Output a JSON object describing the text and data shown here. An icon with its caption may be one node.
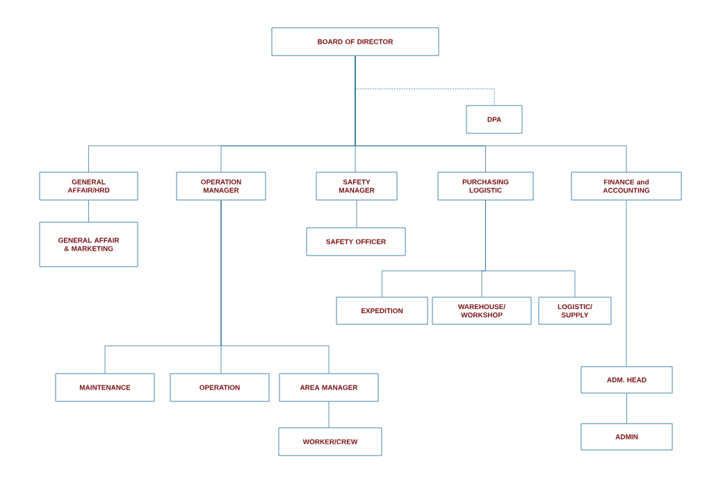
{
  "diagram": {
    "nodes": [
      {
        "text": [
          "BOARD OF DIRECTOR"
        ]
      },
      {
        "text": [
          "DPA"
        ]
      },
      {
        "text": [
          "GENERAL AFFAIR/HRD"
        ]
      },
      {
        "text": [
          "OPERATION MANAGER"
        ]
      },
      {
        "text": [
          "SAFETY MANAGER"
        ]
      },
      {
        "text": [
          "PURCHASING LOGISTIC"
        ]
      },
      {
        "text": [
          "FINANCE and ACCOUNTING"
        ]
      },
      {
        "text": [
          "GENERAL AFFAIR & MARKETING"
        ]
      },
      {
        "text": [
          "SAFETY OFFICER"
        ]
      },
      {
        "text": [
          "EXPEDITION"
        ]
      },
      {
        "text": [
          "WAREHOUSE/ WORKSHOP"
        ]
      },
      {
        "text": [
          "LOGISTIC/ SUPPLY"
        ]
      },
      {
        "text": [
          "MAINTENANCE"
        ]
      },
      {
        "text": [
          "OPERATION"
        ]
      },
      {
        "text": [
          "AREA MANAGER"
        ]
      },
      {
        "text": [
          "WORKER/CREW"
        ]
      },
      {
        "text": [
          "ADM. HEAD"
        ]
      },
      {
        "text": [
          "ADMIN"
        ]
      }
    ],
    "edges": [
      {
        "from": 0,
        "to": 1,
        "arrow": "none",
        "style": "dashed"
      },
      {
        "from": 0,
        "to": 2,
        "arrow": "none"
      },
      {
        "from": 0,
        "to": 3,
        "arrow": "none"
      },
      {
        "from": 0,
        "to": 4,
        "arrow": "none"
      },
      {
        "from": 0,
        "to": 5,
        "arrow": "none"
      },
      {
        "from": 0,
        "to": 6,
        "arrow": "none"
      },
      {
        "from": 2,
        "to": 7,
        "arrow": "none"
      },
      {
        "from": 4,
        "to": 8,
        "arrow": "none"
      },
      {
        "from": 5,
        "to": 9,
        "arrow": "none"
      },
      {
        "from": 5,
        "to": 10,
        "arrow": "none"
      },
      {
        "from": 5,
        "to": 11,
        "arrow": "none"
      },
      {
        "from": 3,
        "to": 12,
        "arrow": "none"
      },
      {
        "from": 3,
        "to": 13,
        "arrow": "none"
      },
      {
        "from": 3,
        "to": 14,
        "arrow": "none"
      },
      {
        "from": 14,
        "to": 15,
        "arrow": "none"
      },
      {
        "from": 6,
        "to": 16,
        "arrow": "none"
      },
      {
        "from": 16,
        "to": 17,
        "arrow": "none"
      }
    ]
  }
}
